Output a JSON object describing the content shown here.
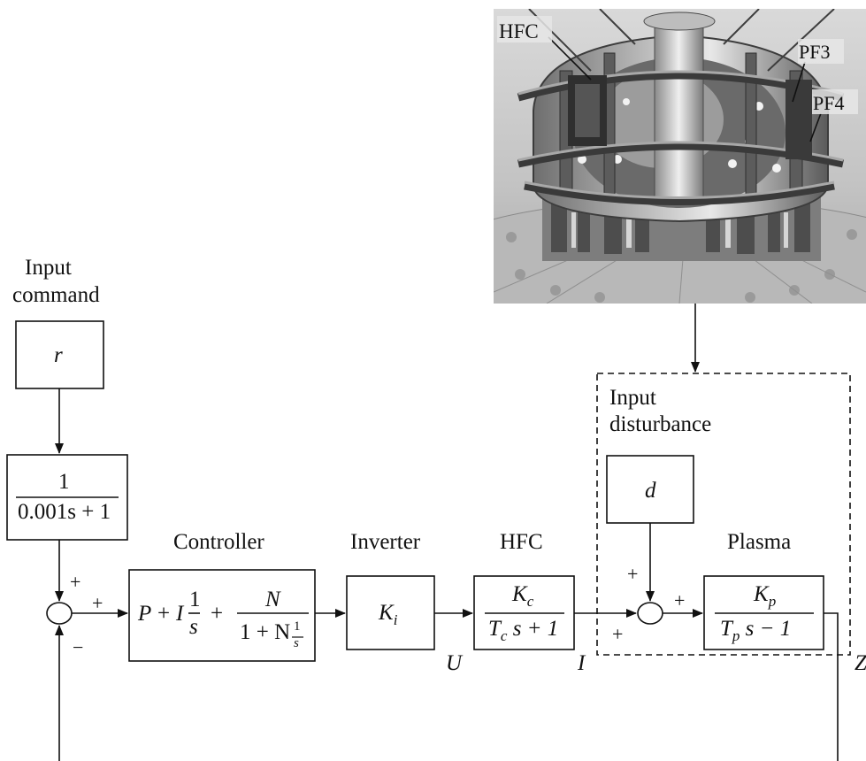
{
  "photo": {
    "labels": {
      "hfc": "HFC",
      "pf3": "PF3",
      "pf4": "PF4"
    }
  },
  "input_command": {
    "line1": "Input",
    "line2": "command",
    "symbol": "r"
  },
  "prefilter": {
    "numerator": "1",
    "denominator": "0.001s + 1"
  },
  "summer1": {
    "plus_top": "+",
    "plus_left": "+",
    "minus": "−"
  },
  "controller": {
    "title": "Controller",
    "expr": {
      "p": "P",
      "plus1": "+",
      "i": "I",
      "one": "1",
      "s": "s",
      "plus2": "+",
      "n": "N",
      "den_prefix": "1 + N",
      "frac_one": "1",
      "frac_s": "s"
    }
  },
  "inverter": {
    "title": "Inverter",
    "gain": "K",
    "gain_sub": "i"
  },
  "signal_u": "U",
  "hfc": {
    "title": "HFC",
    "num": "K",
    "num_sub": "c",
    "den_t": "T",
    "den_sub": "c",
    "den_rest": "s + 1"
  },
  "signal_i": "I",
  "disturbance": {
    "line1": "Input",
    "line2": "disturbance",
    "symbol": "d"
  },
  "summer2": {
    "plus_top": "+",
    "plus_bottom": "+",
    "plus_right": "+"
  },
  "plasma": {
    "title": "Plasma",
    "num": "K",
    "num_sub": "p",
    "den_t": "T",
    "den_sub": "p",
    "den_rest": "s − 1"
  },
  "output_z": "Z",
  "colors": {
    "line": "#111111",
    "photo_bg": "#c9c9c9"
  }
}
